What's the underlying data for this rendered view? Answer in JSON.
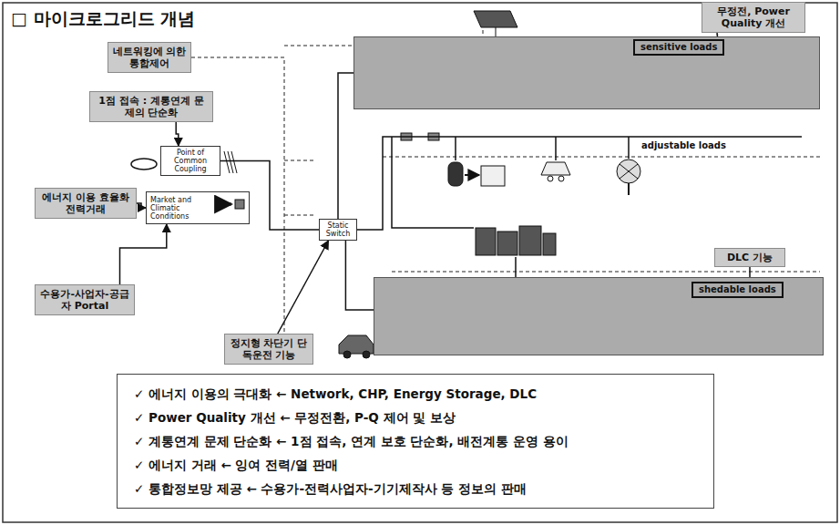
{
  "diagram": {
    "title": "□ 마이크로그리드 개념",
    "nodes": [
      {
        "text": [
          "무정전, Power Quality 개선"
        ]
      },
      {
        "text": [
          "네트워킹에 의한 통합제어"
        ]
      },
      {
        "text": [
          "1점 접속 : 계통연계 문제의 단순화"
        ]
      },
      {
        "text": [
          "sensitive loads"
        ]
      },
      {
        "text": [
          "Point of Common Coupling"
        ]
      },
      {
        "text": [
          "Static Switch"
        ]
      },
      {
        "text": [
          "에너지 이용 효율화 전력거래"
        ]
      },
      {
        "text": [
          "Market and Climatic Conditions"
        ]
      },
      {
        "text": [
          "DLC 기능"
        ]
      },
      {
        "text": [
          "shedable loads"
        ]
      },
      {
        "text": [
          "수용가-사업자-공급자 Portal"
        ]
      },
      {
        "text": [
          "정지형 차단기 단독운전 기능"
        ]
      },
      {
        "text": [
          "✓ 에너지 이용의 극대화 ← Network, CHP, Energy Storage, DLC",
          "✓ Power Quality 개선 ← 무정전환, P-Q 제어 및 보상",
          "✓ 계통연계 문제 단순화 ← 1점 접속, 연계 보호 단순화, 배전계통 운영 용이",
          "✓ 에너지 거래 ← 잉여 전력/열 판매",
          "✓ 통합정보망 제공 ← 수용가-전력사업자-기기제작사 등 정보의 판매"
        ]
      }
    ],
    "edges": [
      {
        "from": 0,
        "to": 3,
        "arrow": "none"
      },
      {
        "from": 2,
        "to": 4,
        "arrow": "to"
      },
      {
        "from": 6,
        "to": 7,
        "arrow": "to"
      },
      {
        "from": 10,
        "to": 7,
        "arrow": "to"
      },
      {
        "from": 11,
        "to": 5,
        "arrow": "to"
      },
      {
        "from": 8,
        "to": 9,
        "arrow": "none"
      },
      {
        "from": 4,
        "to": 5,
        "arrow": "none"
      },
      {
        "from": 5,
        "to": 3,
        "arrow": "none"
      },
      {
        "from": 5,
        "to": 9,
        "arrow": "none"
      }
    ],
    "labels": [
      "adjustable loads"
    ]
  }
}
